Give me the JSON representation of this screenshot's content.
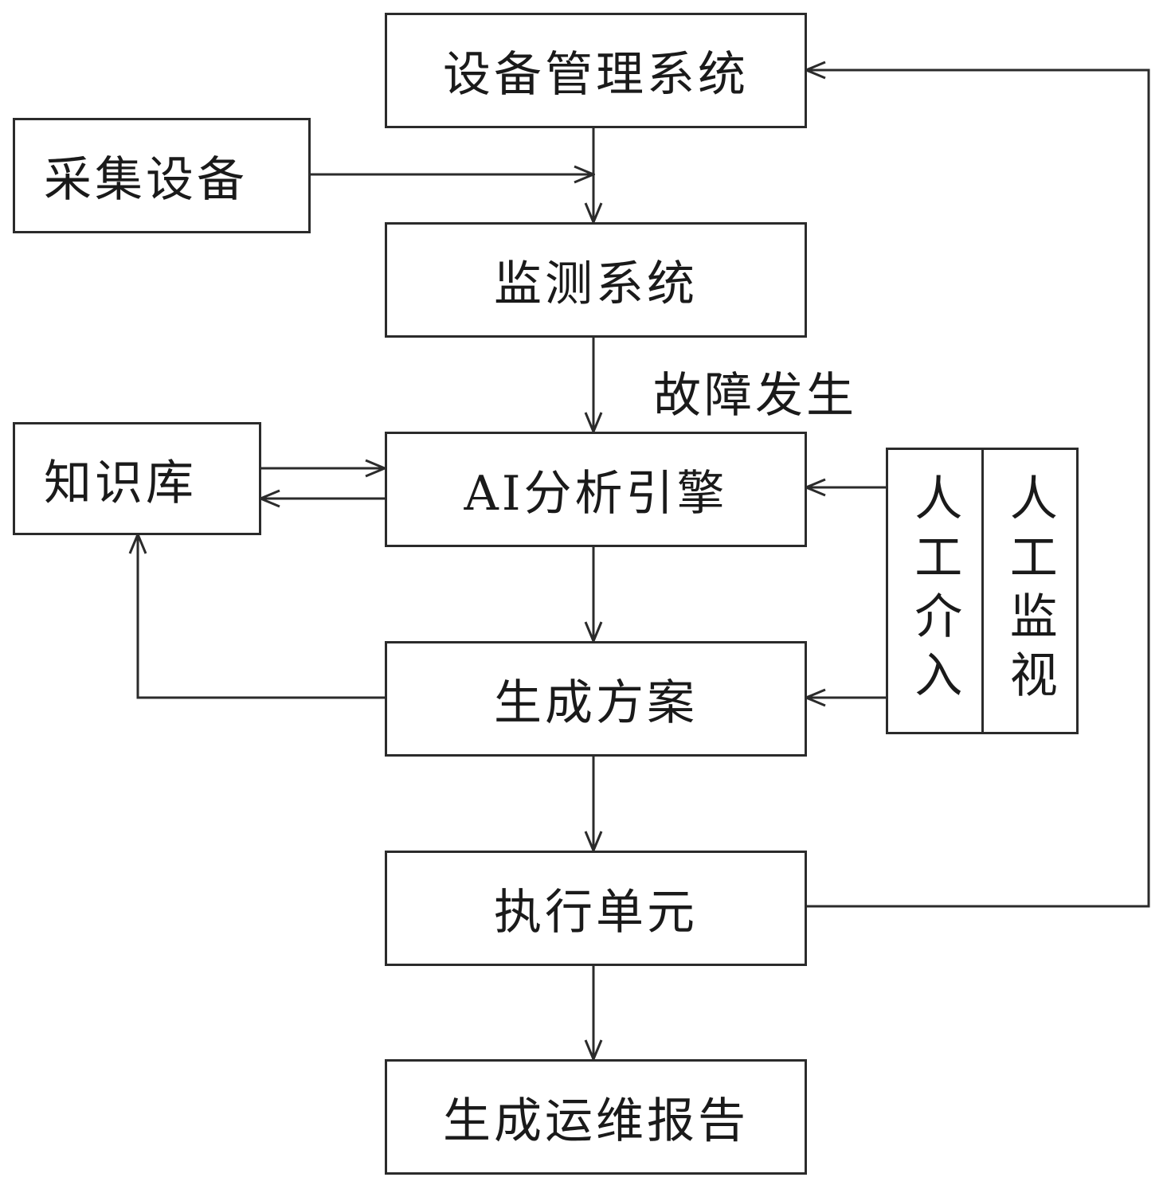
{
  "nodes": {
    "device_mgmt": "设备管理系统",
    "collect": "采集设备",
    "monitor": "监测系统",
    "kb": "知识库",
    "ai": "AI分析引擎",
    "plan": "生成方案",
    "exec": "执行单元",
    "report": "生成运维报告"
  },
  "labels": {
    "fault": "故障发生"
  },
  "human": {
    "intervene": "人工介入",
    "watch": "人工监视"
  },
  "colors": {
    "line": "#2b2b2b",
    "text": "#1a1a1a",
    "background": "#ffffff"
  }
}
